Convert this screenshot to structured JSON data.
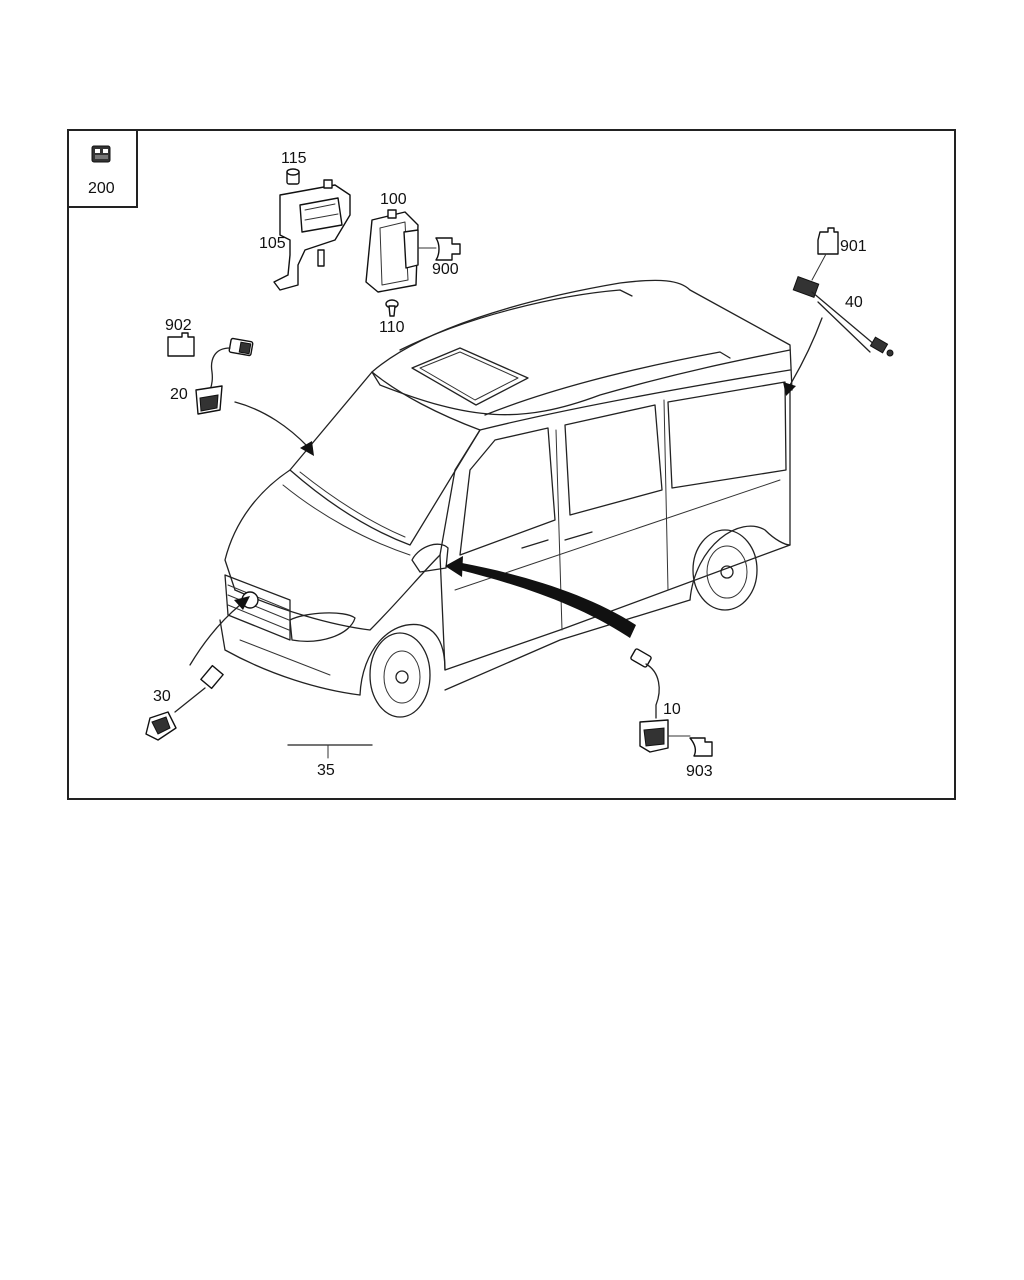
{
  "legend": {
    "label": "200",
    "icon": "connector-icon"
  },
  "callouts": {
    "c115": "115",
    "c105": "105",
    "c100": "100",
    "c900": "900",
    "c110": "110",
    "c901": "901",
    "c40": "40",
    "c902": "902",
    "c20": "20",
    "c30": "30",
    "c35": "35",
    "c10": "10",
    "c903": "903"
  }
}
